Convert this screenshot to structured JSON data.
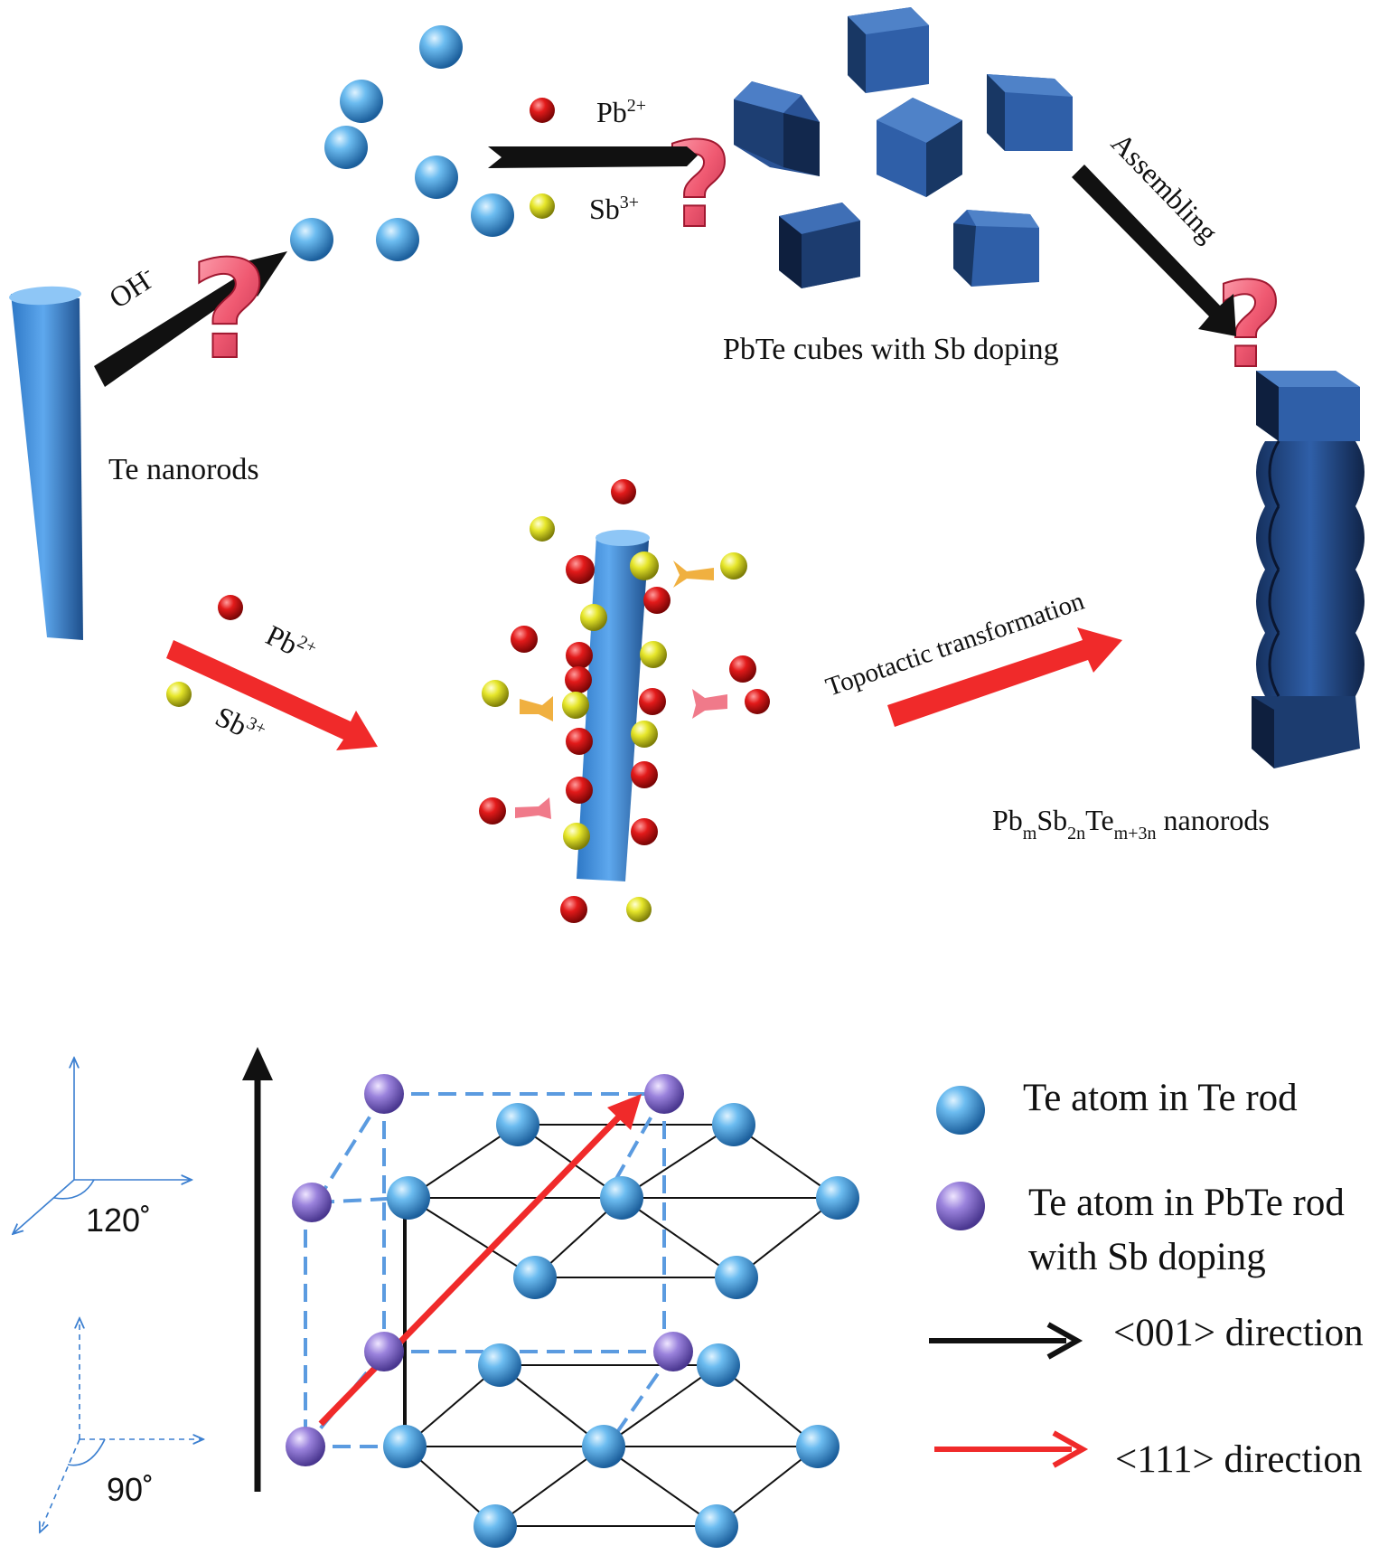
{
  "labels": {
    "oh": "OH",
    "oh_sup": "-",
    "pb_top": "Pb",
    "pb_top_sup": "2+",
    "sb_top": "Sb",
    "sb_top_sup": "3+",
    "assembling": "Assembling",
    "cubes": "PbTe cubes with Sb doping",
    "te_nanorods": "Te nanorods",
    "pb_red": "Pb",
    "pb_red_sup": "2+",
    "sb_red": "Sb",
    "sb_red_sup": "3+",
    "topotactic": "Topotactic  transformation",
    "product_pb": "Pb",
    "product_m": "m",
    "product_sb": "Sb",
    "product_2n": "2n",
    "product_te": "Te",
    "product_m3n": "m+3n",
    "product_suffix": " nanorods"
  },
  "axes": {
    "angle_hex": "120˚",
    "angle_cubic": "90˚"
  },
  "legend": {
    "te_rod": "Te atom in Te  rod",
    "pbte_rod_line1": "Te atom in PbTe  rod",
    "pbte_rod_line2": "with Sb doping",
    "dir_001": "<001> direction",
    "dir_111": "<111> direction"
  },
  "question_mark": "?",
  "colors": {
    "te_atom": "#4fa3dc",
    "pbte_atom": "#8a6fd0",
    "pb_ion": "#e01818",
    "sb_ion": "#e6e62a",
    "rod": "#4a90d8",
    "cube": "#2f5fa8",
    "red_arrow": "#f02a2a",
    "question": "#f06a7e",
    "dashed": "#5b9be0"
  }
}
